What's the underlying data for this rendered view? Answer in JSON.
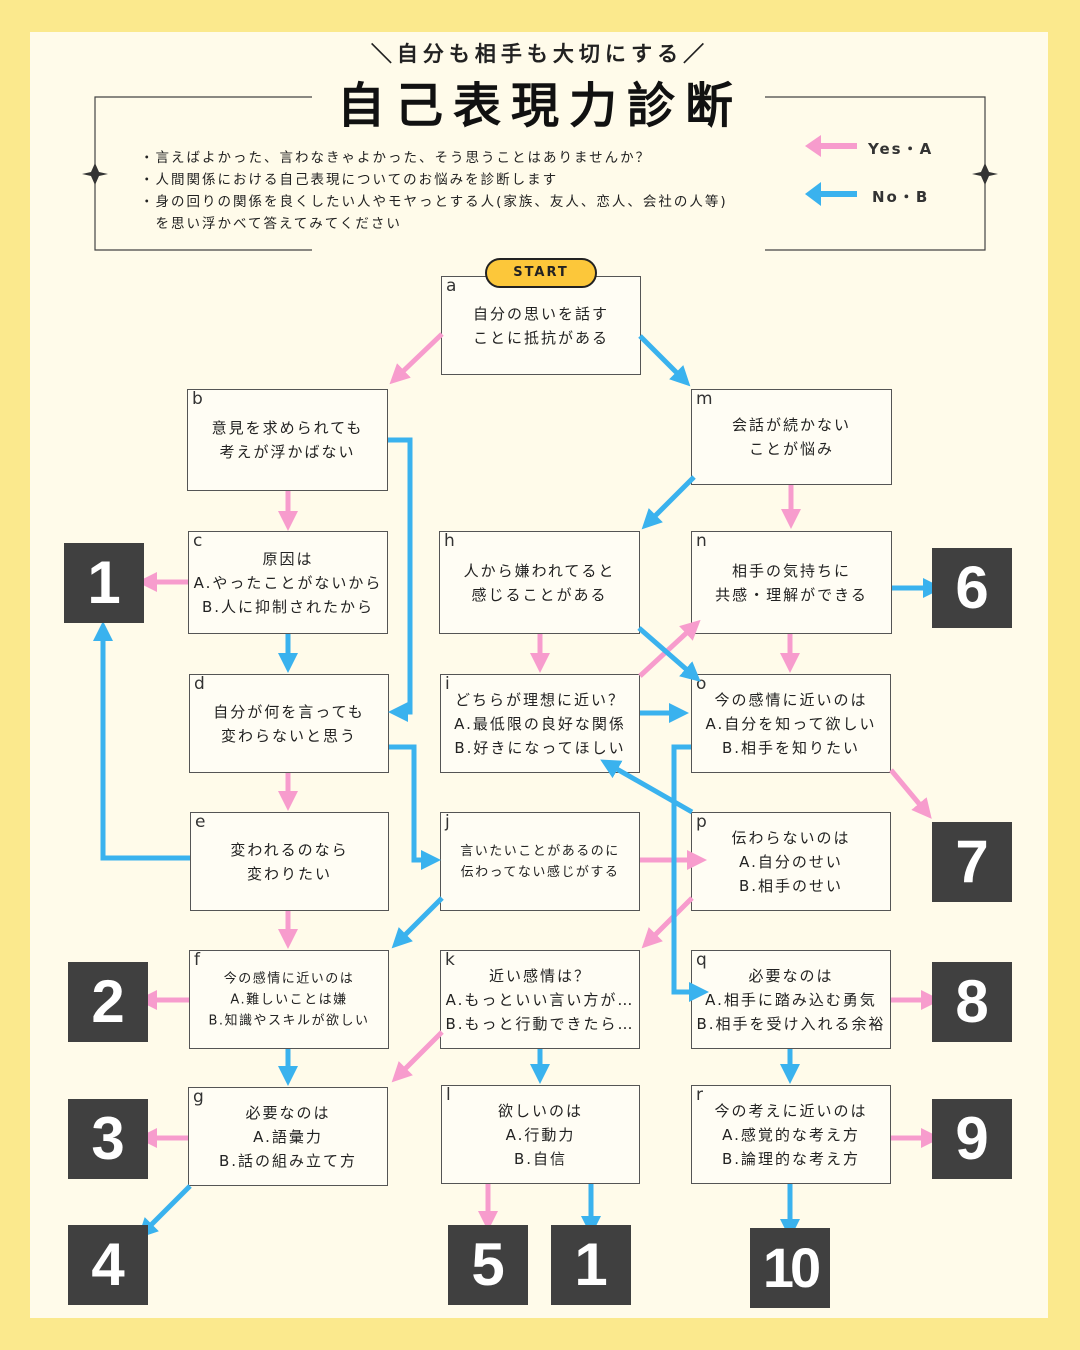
{
  "header": {
    "subtitle": "＼自分も相手も大切にする／",
    "title": "自己表現力診断",
    "intro": [
      "・言えばよかった、言わなきゃよかった、そう思うことはありませんか？",
      "・人間関係における自己表現についてのお悩みを診断します",
      "・身の回りの関係を良くしたい人やモヤっとする人(家族、友人、恋人、会社の人等)",
      "　を思い浮かべて答えてみてください"
    ]
  },
  "legend": {
    "yes_label": "Yes・A",
    "no_label": "No・B",
    "yes_color": "#f79ccd",
    "no_color": "#3ab2ee"
  },
  "start_label": "START",
  "nodes": {
    "a": {
      "id": "a",
      "lines": [
        "自分の思いを話す",
        "ことに抵抗がある"
      ]
    },
    "b": {
      "id": "b",
      "lines": [
        "意見を求められても",
        "考えが浮かばない"
      ]
    },
    "c": {
      "id": "c",
      "lines": [
        "原因は",
        "A.やったことがないから",
        "B.人に抑制されたから"
      ]
    },
    "d": {
      "id": "d",
      "lines": [
        "自分が何を言っても",
        "変わらないと思う"
      ]
    },
    "e": {
      "id": "e",
      "lines": [
        "変われるのなら",
        "変わりたい"
      ]
    },
    "f": {
      "id": "f",
      "lines": [
        "今の感情に近いのは",
        "A.難しいことは嫌",
        "B.知識やスキルが欲しい"
      ]
    },
    "g": {
      "id": "g",
      "lines": [
        "必要なのは",
        "A.語彙力",
        "B.話の組み立て方"
      ]
    },
    "h": {
      "id": "h",
      "lines": [
        "人から嫌われてると",
        "感じることがある"
      ]
    },
    "i": {
      "id": "i",
      "lines": [
        "どちらが理想に近い？",
        "A.最低限の良好な関係",
        "B.好きになってほしい"
      ]
    },
    "j": {
      "id": "j",
      "lines": [
        "言いたいことがあるのに",
        "伝わってない感じがする"
      ]
    },
    "k": {
      "id": "k",
      "lines": [
        "近い感情は？",
        "A.もっといい言い方が…",
        "B.もっと行動できたら…"
      ]
    },
    "l": {
      "id": "l",
      "lines": [
        "欲しいのは",
        "A.行動力",
        "B.自信"
      ]
    },
    "m": {
      "id": "m",
      "lines": [
        "会話が続かない",
        "ことが悩み"
      ]
    },
    "n": {
      "id": "n",
      "lines": [
        "相手の気持ちに",
        "共感・理解ができる"
      ]
    },
    "o": {
      "id": "o",
      "lines": [
        "今の感情に近いのは",
        "A.自分を知って欲しい",
        "B.相手を知りたい"
      ]
    },
    "p": {
      "id": "p",
      "lines": [
        "伝わらないのは",
        "A.自分のせい",
        "B.相手のせい"
      ]
    },
    "q": {
      "id": "q",
      "lines": [
        "必要なのは",
        "A.相手に踏み込む勇気",
        "B.相手を受け入れる余裕"
      ]
    },
    "r": {
      "id": "r",
      "lines": [
        "今の考えに近いのは",
        "A.感覚的な考え方",
        "B.論理的な考え方"
      ]
    }
  },
  "results": [
    "1",
    "2",
    "3",
    "4",
    "5",
    "1",
    "6",
    "7",
    "8",
    "9",
    "10"
  ]
}
